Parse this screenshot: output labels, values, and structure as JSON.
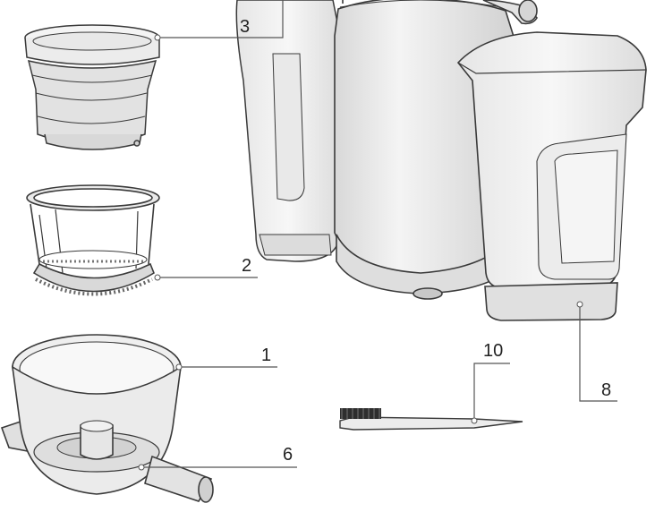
{
  "callouts": [
    {
      "id": "callout-1",
      "label": "1"
    },
    {
      "id": "callout-2",
      "label": "2"
    },
    {
      "id": "callout-3",
      "label": "3"
    },
    {
      "id": "callout-6",
      "label": "6"
    },
    {
      "id": "callout-8",
      "label": "8"
    },
    {
      "id": "callout-10",
      "label": "10"
    }
  ],
  "colors": {
    "stroke": "#3a3a3a",
    "body_fill": "#eeeeee",
    "shade": "#d4d4d4",
    "leader": "#555555"
  }
}
